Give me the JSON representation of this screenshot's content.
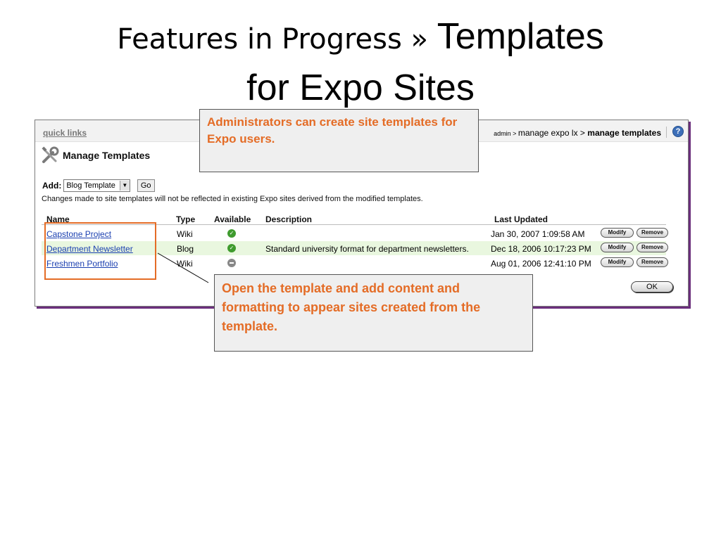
{
  "slide": {
    "title_part1": "Features in Progress » ",
    "title_part2": "Templates",
    "title_line2": "for Expo Sites"
  },
  "app": {
    "quick_links": "quick links",
    "breadcrumb": {
      "root": "admin",
      "sep": " > ",
      "middle": "manage expo lx",
      "current": "manage templates"
    },
    "help_label": "?",
    "page_heading": "Manage Templates",
    "tools_icon": "tools-icon",
    "add_label": "Add:",
    "add_select_value": "Blog Template",
    "go_label": "Go",
    "note": "Changes made to site templates will not be reflected in existing Expo sites derived from the modified templates.",
    "columns": {
      "name": "Name",
      "type": "Type",
      "available": "Available",
      "description": "Description",
      "last_updated": "Last Updated"
    },
    "rows": [
      {
        "name": "Capstone Project",
        "type": "Wiki",
        "available": true,
        "description": "",
        "last_updated": "Jan 30, 2007 1:09:58 AM",
        "modify": "Modify",
        "remove": "Remove"
      },
      {
        "name": "Department Newsletter",
        "type": "Blog",
        "available": true,
        "description": "Standard university format for department newsletters.",
        "last_updated": "Dec 18, 2006 10:17:23 PM",
        "modify": "Modify",
        "remove": "Remove"
      },
      {
        "name": "Freshmen Portfolio",
        "type": "Wiki",
        "available": false,
        "description": "",
        "last_updated": "Aug 01, 2006 12:41:10 PM",
        "modify": "Modify",
        "remove": "Remove"
      }
    ],
    "ok_label": "OK"
  },
  "callouts": {
    "top": "Administrators can create site templates for Expo users.",
    "bottom": "Open the template and add content and formatting to appear sites created from the template."
  },
  "colors": {
    "accent": "#e46c26",
    "window_shadow": "#6b2f7c",
    "link": "#1a3fb0",
    "row_highlight": "#e9f7df"
  }
}
